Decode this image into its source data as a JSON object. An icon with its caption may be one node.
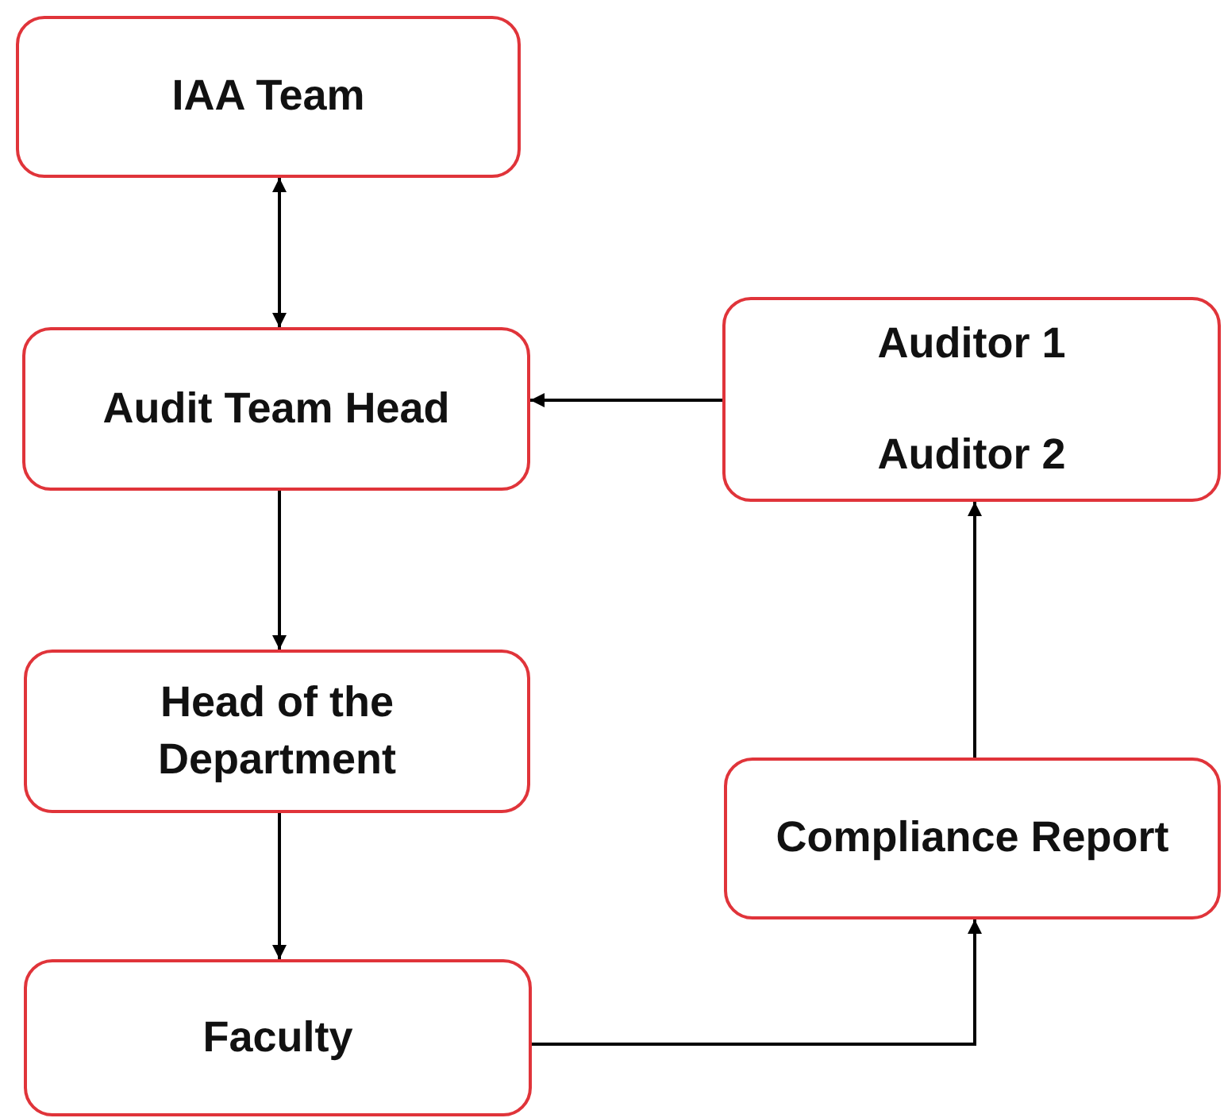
{
  "diagram": {
    "nodes": [
      {
        "text": [
          "IAA Team"
        ]
      },
      {
        "text": [
          "Audit Team Head"
        ]
      },
      {
        "text": [
          "Auditor 1",
          "Auditor 2"
        ]
      },
      {
        "text": [
          "Head of the Department"
        ]
      },
      {
        "text": [
          "Compliance Report"
        ]
      },
      {
        "text": [
          "Faculty"
        ]
      }
    ],
    "edges": [
      {
        "from": 0,
        "to": 1,
        "arrow": "both"
      },
      {
        "from": 2,
        "to": 1,
        "arrow": "to"
      },
      {
        "from": 1,
        "to": 3,
        "arrow": "to"
      },
      {
        "from": 3,
        "to": 5,
        "arrow": "to"
      },
      {
        "from": 5,
        "to": 4,
        "arrow": "to"
      },
      {
        "from": 4,
        "to": 2,
        "arrow": "to"
      }
    ]
  }
}
